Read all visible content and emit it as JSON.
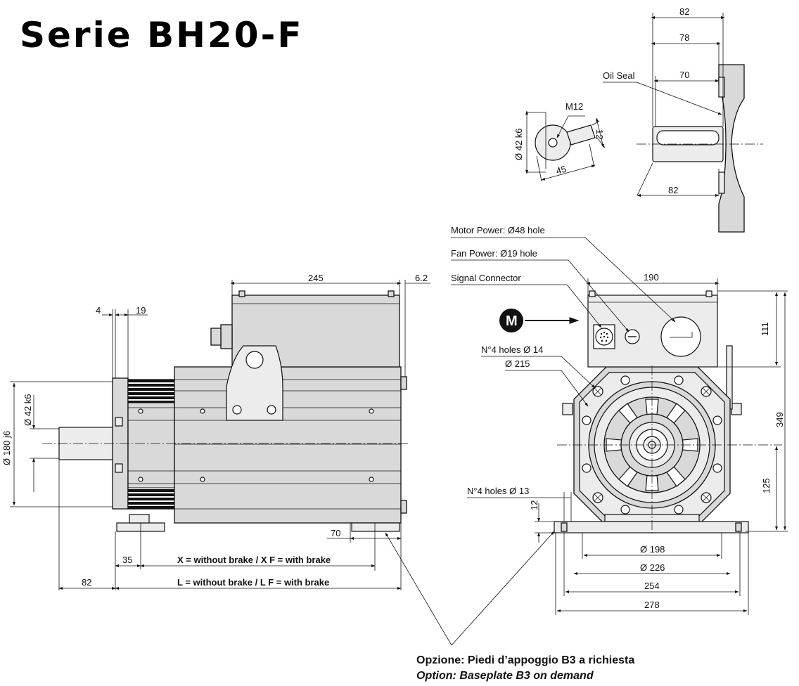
{
  "title": "Serie BH20-F",
  "shaft_detail": {
    "dims": {
      "d82_top": "82",
      "d78": "78",
      "d70": "70",
      "d82_bottom": "82",
      "m12": "M12",
      "d12": "12",
      "d45": "45",
      "d42k6": "Ø 42 k6"
    },
    "labels": {
      "oil_seal": "Oil Seal"
    }
  },
  "side_view": {
    "dims": {
      "d245": "245",
      "d6_2": "6.2",
      "d4": "4",
      "d19": "19",
      "d42k6": "Ø 42 k6",
      "d180j6": "Ø 180 j6",
      "d70": "70",
      "d35": "35",
      "d82": "82"
    },
    "labels": {
      "x_length": "X = without brake / X F = with brake",
      "l_length": "L = without brake / L F = with brake"
    }
  },
  "front_view": {
    "dims": {
      "d190": "190",
      "d111": "111",
      "d349": "349",
      "d125": "125",
      "d12": "12",
      "d198": "Ø 198",
      "d226": "Ø 226",
      "d254": "254",
      "d278": "278"
    },
    "labels": {
      "motor_power": "Motor Power: Ø48 hole",
      "fan_power": "Fan Power: Ø19 hole",
      "signal_connector": "Signal Connector",
      "holes_14": "N°4 holes Ø 14",
      "d215": "Ø 215",
      "holes_13": "N°4 holes Ø 13",
      "marker": "M"
    }
  },
  "footnote": {
    "it": "Opzione: Piedi d’appoggio B3 a richiesta",
    "en": "Option: Baseplate B3 on demand"
  }
}
